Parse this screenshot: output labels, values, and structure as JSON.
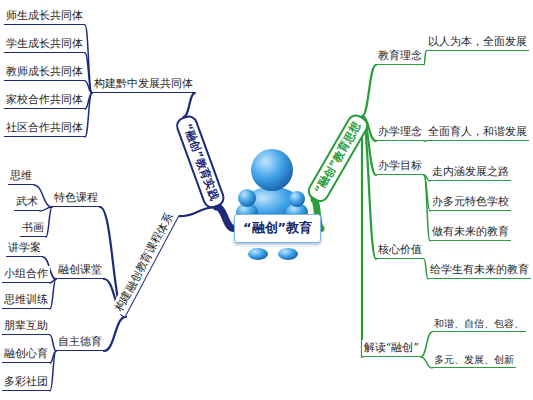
{
  "diagram": {
    "nodes": [
      {
        "text": [
          "“融创”教育"
        ]
      },
      {
        "text": [
          "“融创”教育实践"
        ]
      },
      {
        "text": [
          "构建黔中发展共同体"
        ]
      },
      {
        "text": [
          "师生成长共同体"
        ]
      },
      {
        "text": [
          "学生成长共同体"
        ]
      },
      {
        "text": [
          "教师成长共同体"
        ]
      },
      {
        "text": [
          "家校合作共同体"
        ]
      },
      {
        "text": [
          "社区合作共同体"
        ]
      },
      {
        "text": [
          "构建融创教育课程体系"
        ]
      },
      {
        "text": [
          "特色课程"
        ]
      },
      {
        "text": [
          "思维"
        ]
      },
      {
        "text": [
          "武术"
        ]
      },
      {
        "text": [
          "书画"
        ]
      },
      {
        "text": [
          "融创课堂"
        ]
      },
      {
        "text": [
          "讲学案"
        ]
      },
      {
        "text": [
          "小组合作"
        ]
      },
      {
        "text": [
          "思维训练"
        ]
      },
      {
        "text": [
          "自主德育"
        ]
      },
      {
        "text": [
          "朋辈互助"
        ]
      },
      {
        "text": [
          "融创心育"
        ]
      },
      {
        "text": [
          "多彩社团"
        ]
      },
      {
        "text": [
          "“融创”教育思想"
        ]
      },
      {
        "text": [
          "教育理念"
        ]
      },
      {
        "text": [
          "以人为本，全面发展"
        ]
      },
      {
        "text": [
          "办学理念"
        ]
      },
      {
        "text": [
          "全面育人，和谐发展"
        ]
      },
      {
        "text": [
          "办学目标"
        ]
      },
      {
        "text": [
          "走内涵发展之路"
        ]
      },
      {
        "text": [
          "办多元特色学校"
        ]
      },
      {
        "text": [
          "做有未来的教育"
        ]
      },
      {
        "text": [
          "核心价值"
        ]
      },
      {
        "text": [
          "给学生有未来的教育"
        ]
      },
      {
        "text": [
          "解读“融创”"
        ]
      },
      {
        "text": [
          "和谐、自信、包容、"
        ]
      },
      {
        "text": [
          "多元、发展、创新"
        ]
      }
    ],
    "edges": [
      {
        "from": 0,
        "to": 1,
        "arrow": "none"
      },
      {
        "from": 1,
        "to": 2,
        "arrow": "none"
      },
      {
        "from": 2,
        "to": 3,
        "arrow": "none"
      },
      {
        "from": 2,
        "to": 4,
        "arrow": "none"
      },
      {
        "from": 2,
        "to": 5,
        "arrow": "none"
      },
      {
        "from": 2,
        "to": 6,
        "arrow": "none"
      },
      {
        "from": 2,
        "to": 7,
        "arrow": "none"
      },
      {
        "from": 1,
        "to": 8,
        "arrow": "none"
      },
      {
        "from": 8,
        "to": 9,
        "arrow": "none"
      },
      {
        "from": 9,
        "to": 10,
        "arrow": "none"
      },
      {
        "from": 9,
        "to": 11,
        "arrow": "none"
      },
      {
        "from": 9,
        "to": 12,
        "arrow": "none"
      },
      {
        "from": 8,
        "to": 13,
        "arrow": "none"
      },
      {
        "from": 13,
        "to": 14,
        "arrow": "none"
      },
      {
        "from": 13,
        "to": 15,
        "arrow": "none"
      },
      {
        "from": 13,
        "to": 16,
        "arrow": "none"
      },
      {
        "from": 8,
        "to": 17,
        "arrow": "none"
      },
      {
        "from": 17,
        "to": 18,
        "arrow": "none"
      },
      {
        "from": 17,
        "to": 19,
        "arrow": "none"
      },
      {
        "from": 17,
        "to": 20,
        "arrow": "none"
      },
      {
        "from": 0,
        "to": 21,
        "arrow": "none"
      },
      {
        "from": 21,
        "to": 22,
        "arrow": "none"
      },
      {
        "from": 22,
        "to": 23,
        "arrow": "none"
      },
      {
        "from": 21,
        "to": 24,
        "arrow": "none"
      },
      {
        "from": 24,
        "to": 25,
        "arrow": "none"
      },
      {
        "from": 21,
        "to": 26,
        "arrow": "none"
      },
      {
        "from": 26,
        "to": 27,
        "arrow": "none"
      },
      {
        "from": 26,
        "to": 28,
        "arrow": "none"
      },
      {
        "from": 26,
        "to": 29,
        "arrow": "none"
      },
      {
        "from": 21,
        "to": 30,
        "arrow": "none"
      },
      {
        "from": 30,
        "to": 31,
        "arrow": "none"
      },
      {
        "from": 21,
        "to": 32,
        "arrow": "none"
      },
      {
        "from": 32,
        "to": 33,
        "arrow": "none"
      },
      {
        "from": 32,
        "to": 34,
        "arrow": "none"
      }
    ]
  }
}
